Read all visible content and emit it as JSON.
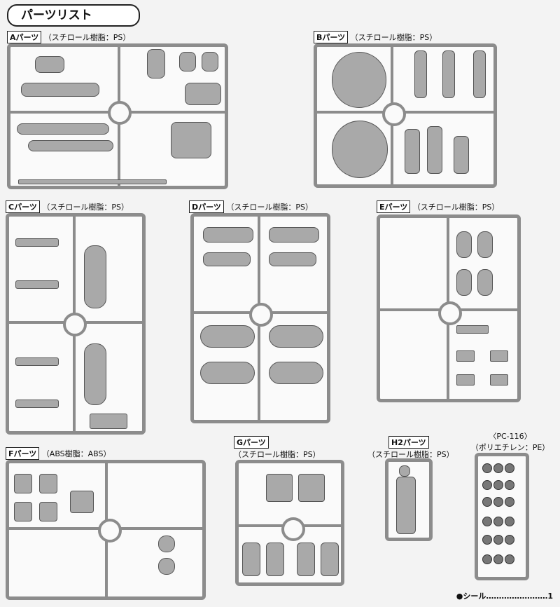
{
  "page_title": "パーツリスト",
  "sections": {
    "a": {
      "tag": "Aパーツ",
      "material": "（スチロール樹脂：PS）"
    },
    "b": {
      "tag": "Bパーツ",
      "material": "（スチロール樹脂：PS）"
    },
    "c": {
      "tag": "Cパーツ",
      "material": "（スチロール樹脂：PS）"
    },
    "d": {
      "tag": "Dパーツ",
      "material": "（スチロール樹脂：PS）"
    },
    "e": {
      "tag": "Eパーツ",
      "material": "（スチロール樹脂：PS）"
    },
    "f": {
      "tag": "Fパーツ",
      "material": "（ABS樹脂：ABS）"
    },
    "g": {
      "tag": "Gパーツ",
      "material": "（スチロール樹脂：PS）"
    },
    "h2": {
      "tag": "H2パーツ",
      "material": "（スチロール樹脂：PS）"
    },
    "pc": {
      "tag": "〈PC-116〉",
      "material": "（ポリエチレン：PE）"
    }
  },
  "footer": "●シール……………………1"
}
